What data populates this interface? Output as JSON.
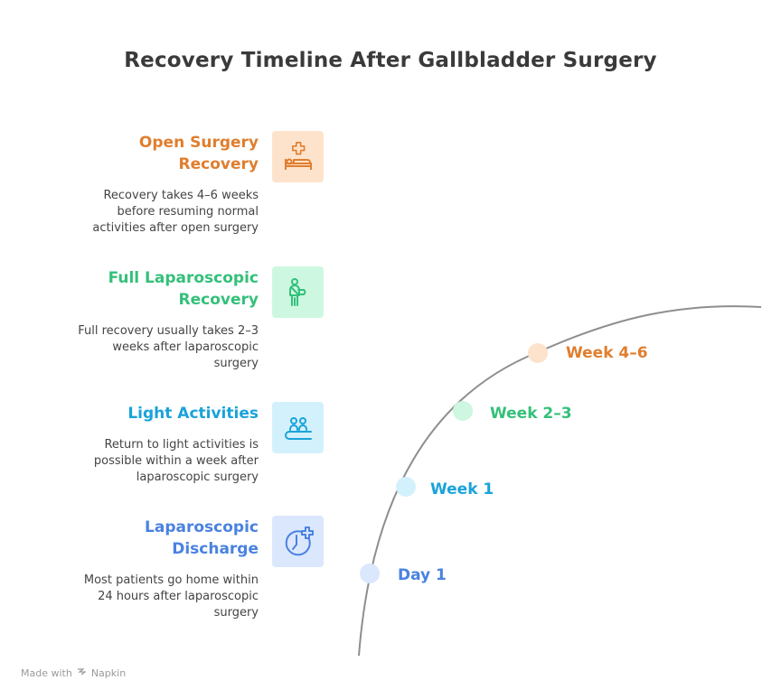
{
  "title": "Recovery Timeline After Gallbladder Surgery",
  "colors": {
    "orange": "#e07e2e",
    "orange_bg": "#fde3cc",
    "green": "#34c07a",
    "green_bg": "#cdf7e1",
    "cyan": "#1aa3d9",
    "cyan_bg": "#d3f1fc",
    "blue": "#4a82e0",
    "blue_bg": "#dbe7fd",
    "line": "#8e8e8e"
  },
  "items": [
    {
      "title_line1": "Open Surgery",
      "title_line2": "Recovery",
      "desc_line1": "Recovery takes 4–6 weeks",
      "desc_line2": "before resuming normal",
      "desc_line3": "activities after open surgery",
      "icon": "hospital-bed-icon"
    },
    {
      "title_line1": "Full Laparoscopic",
      "title_line2": "Recovery",
      "desc_line1": "Full recovery usually takes 2–3",
      "desc_line2": "weeks after laparoscopic",
      "desc_line3": "surgery",
      "icon": "recovering-patient-icon"
    },
    {
      "title_line1": "Light Activities",
      "desc_line1": "Return to light activities is",
      "desc_line2": "possible within a week after",
      "desc_line3": "laparoscopic surgery",
      "icon": "people-activity-icon"
    },
    {
      "title_line1": "Laparoscopic",
      "title_line2": "Discharge",
      "desc_line1": "Most patients go home within",
      "desc_line2": "24 hours after laparoscopic",
      "desc_line3": "surgery",
      "icon": "clock-plus-icon"
    }
  ],
  "milestones": [
    {
      "label": "Week 4–6"
    },
    {
      "label": "Week 2–3"
    },
    {
      "label": "Week 1"
    },
    {
      "label": "Day 1"
    }
  ],
  "footer": {
    "made_with": "Made with",
    "brand": "Napkin"
  }
}
